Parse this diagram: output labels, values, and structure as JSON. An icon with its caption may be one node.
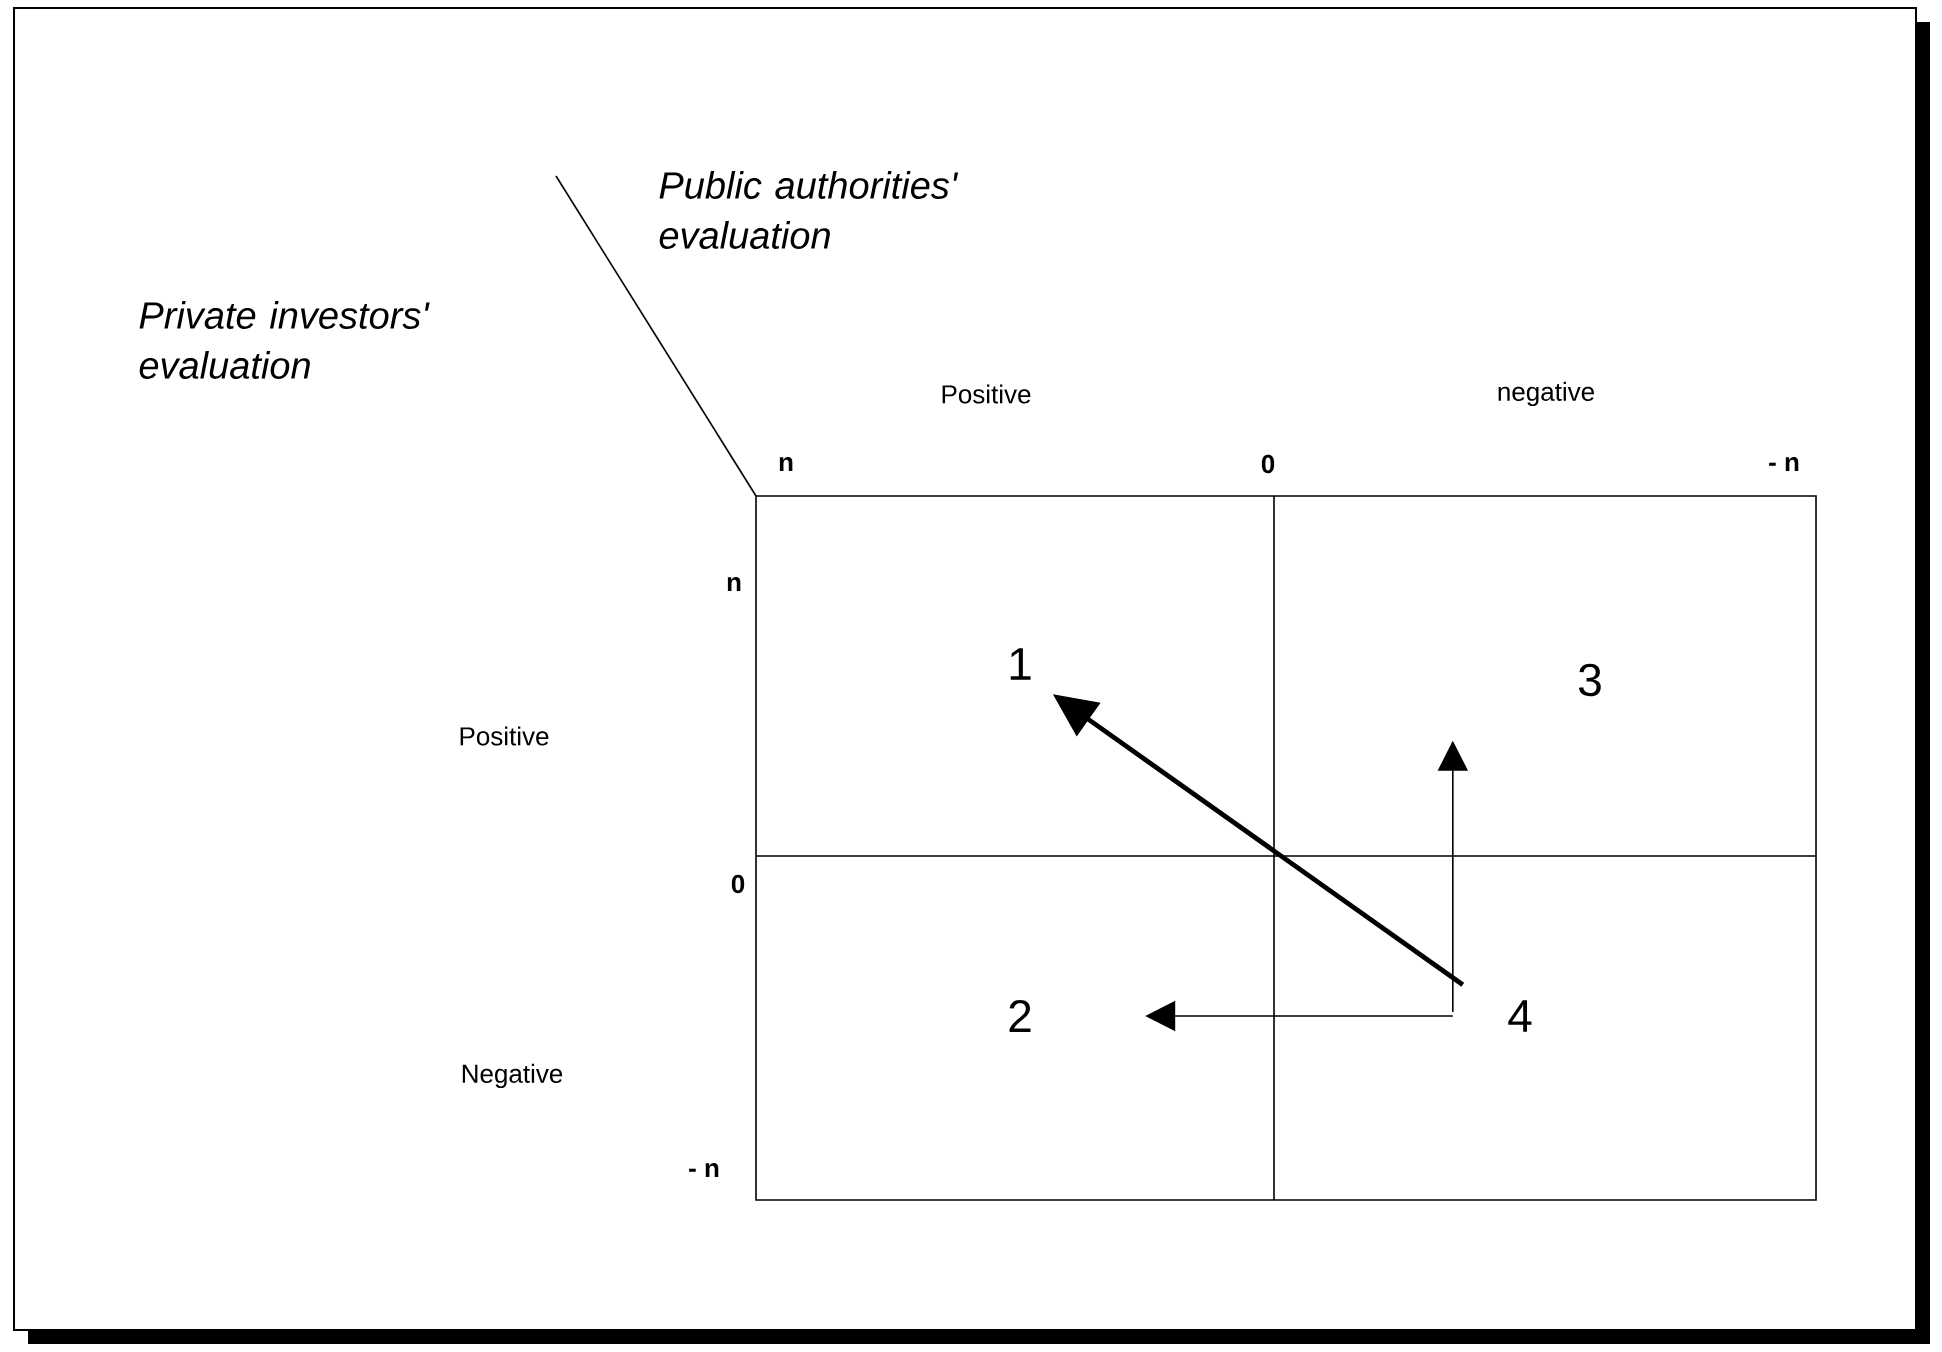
{
  "diagram": {
    "nodes": [
      {
        "text": [
          "1"
        ]
      },
      {
        "text": [
          "2"
        ]
      },
      {
        "text": [
          "3"
        ]
      },
      {
        "text": [
          "4"
        ]
      }
    ],
    "edges": [
      {
        "from": 3,
        "to": 0,
        "arrow": "to",
        "style": "thick"
      },
      {
        "from": 3,
        "to": 1,
        "arrow": "to"
      },
      {
        "from": 3,
        "to": 2,
        "arrow": "to"
      }
    ],
    "labels": [
      "Public authorities' evaluation",
      "Private investors' evaluation",
      "Positive",
      "negative",
      "n",
      "0",
      "- n",
      "n",
      "Positive",
      "0",
      "Negative",
      "- n"
    ]
  }
}
